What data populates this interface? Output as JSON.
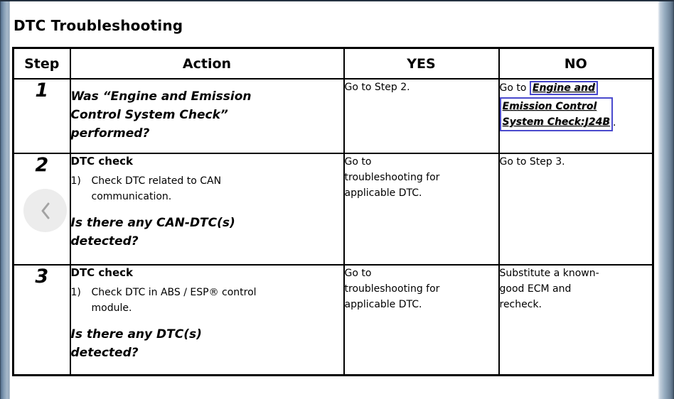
{
  "page": {
    "title": "DTC Troubleshooting"
  },
  "colors": {
    "link_box_border": "#4a4acd",
    "side_edge_blue": "#869eb6",
    "table_border": "#000000",
    "nav_circle": "#ececec"
  },
  "nav": {
    "prev_button_icon": "chevron-left"
  },
  "table": {
    "headers": {
      "step": "Step",
      "action": "Action",
      "yes": "YES",
      "no": "NO"
    },
    "rows": [
      {
        "step": "1",
        "question_lines": [
          "Was “Engine and Emission",
          "Control System Check”",
          "performed?"
        ],
        "yes": "Go to Step 2.",
        "no_prefix": "Go to ",
        "link_line1": "Engine and",
        "link_line2": "Emission Control",
        "link_line3": "System Check:J24B",
        "no_suffix": "."
      },
      {
        "step": "2",
        "action_title": "DTC check",
        "item_marker": "1)",
        "item_lines": [
          "Check DTC related to CAN",
          "communication."
        ],
        "question_lines": [
          "Is there any CAN-DTC(s)",
          "detected?"
        ],
        "yes_lines": [
          "Go to",
          "troubleshooting for",
          "applicable DTC."
        ],
        "no": "Go to Step 3."
      },
      {
        "step": "3",
        "action_title": "DTC check",
        "item_marker": "1)",
        "item_lines": [
          "Check DTC in ABS / ESP® control",
          "module."
        ],
        "question_lines": [
          "Is there any DTC(s)",
          "detected?"
        ],
        "yes_lines": [
          "Go to",
          "troubleshooting for",
          "applicable DTC."
        ],
        "no_lines": [
          "Substitute a known-",
          "good ECM and",
          "recheck."
        ]
      }
    ]
  }
}
